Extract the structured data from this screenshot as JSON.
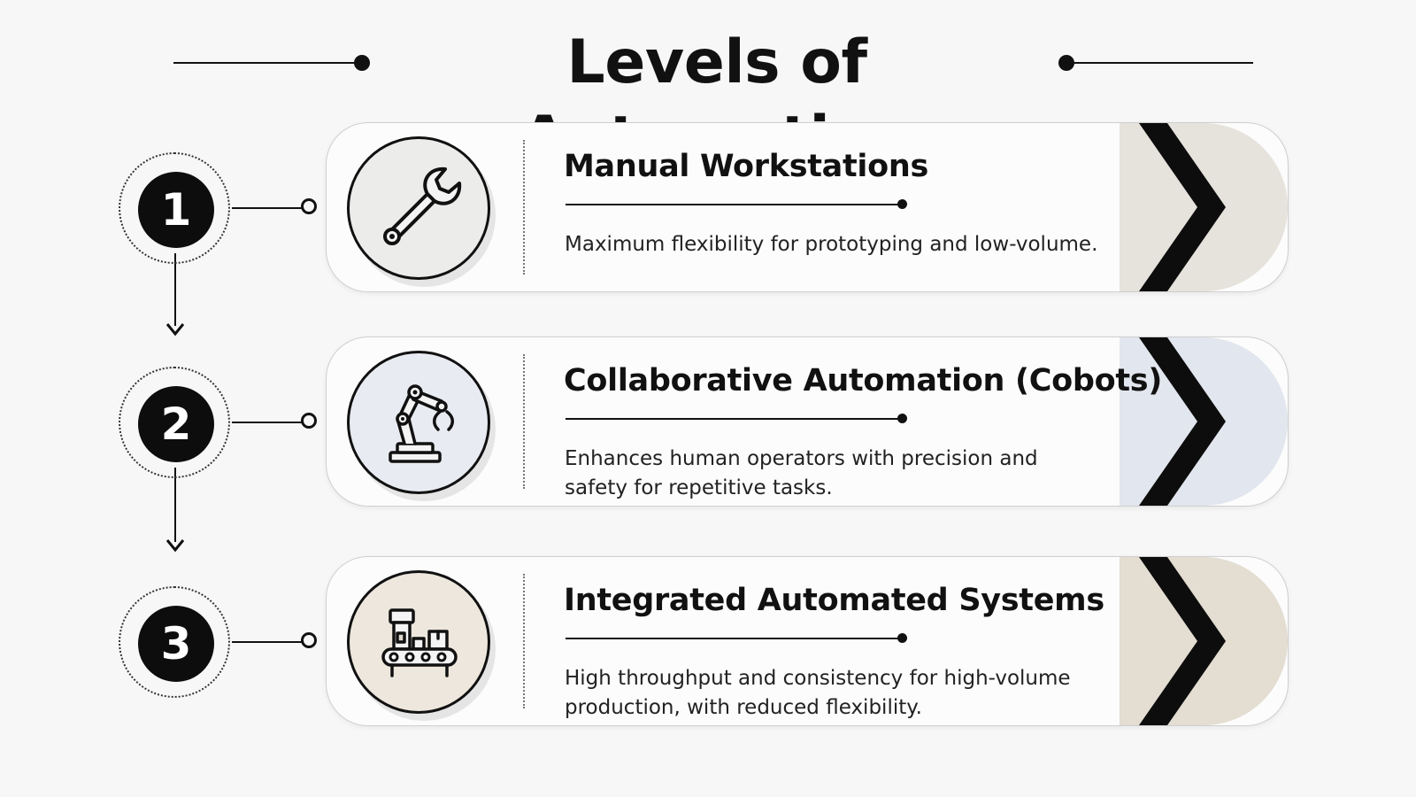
{
  "title": "Levels of Automation",
  "colors": {
    "ink": "#111111",
    "tail_1": "#e6e2dc",
    "tail_2": "#e2e6ee",
    "tail_3": "#e3ddd2",
    "icon_fill_1": "#ececeb",
    "icon_fill_2": "#e8ebf1",
    "icon_fill_3": "#ede7dd"
  },
  "levels": [
    {
      "number": "1",
      "title": "Manual Workstations",
      "description": "Maximum flexibility for prototyping and low-volume.",
      "icon": "wrench-icon"
    },
    {
      "number": "2",
      "title": "Collaborative Automation (Cobots)",
      "description": "Enhances human operators with precision and\nsafety for repetitive tasks.",
      "icon": "robot-arm-icon"
    },
    {
      "number": "3",
      "title": "Integrated Automated Systems",
      "description": "High throughput and consistency for high-volume\nproduction, with reduced flexibility.",
      "icon": "conveyor-factory-icon"
    }
  ]
}
